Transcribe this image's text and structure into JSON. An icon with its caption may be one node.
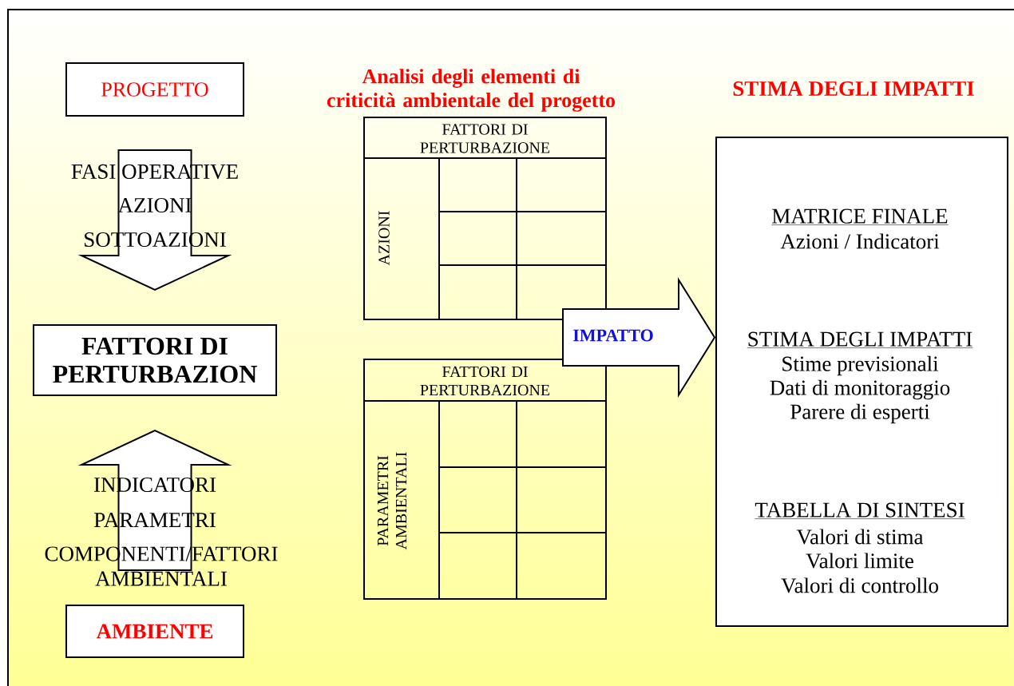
{
  "diagram": {
    "nodes": [
      {
        "text": [
          "PROGETTO"
        ]
      },
      {
        "text": [
          "FATTORI DI PERTURBAZION"
        ]
      },
      {
        "text": [
          "AMBIENTE"
        ]
      },
      {
        "text": [
          "FATTORI DI PERTURBAZIONE",
          "AZIONI"
        ]
      },
      {
        "text": [
          "FATTORI DI PERTURBAZIONE",
          "PARAMETRI AMBIENTALI"
        ]
      },
      {
        "text": [
          "MATRICE FINALE",
          "Azioni / Indicatori",
          "STIMA DEGLI IMPATTI",
          "Stime previsionali",
          "Dati di monitoraggio",
          "Parere di esperti",
          "TABELLA DI SINTESI",
          "Valori di stima",
          "Valori limite",
          "Valori di controllo"
        ]
      }
    ],
    "edges": [
      {
        "from": 0,
        "to": 1,
        "arrow": "to"
      },
      {
        "from": 2,
        "to": 1,
        "arrow": "to"
      },
      {
        "from": 3,
        "to": 5,
        "arrow": "to",
        "label": "IMPATTO"
      },
      {
        "from": 4,
        "to": 5,
        "arrow": "to"
      }
    ],
    "labels": [
      "Analisi degli elementi di criticità ambientale del progetto",
      "STIMA DEGLI IMPATTI",
      "FASI OPERATIVE",
      "AZIONI",
      "SOTTOAZIONI",
      "INDICATORI",
      "PARAMETRI",
      "COMPONENTI/FATTORI AMBIENTALI"
    ]
  }
}
